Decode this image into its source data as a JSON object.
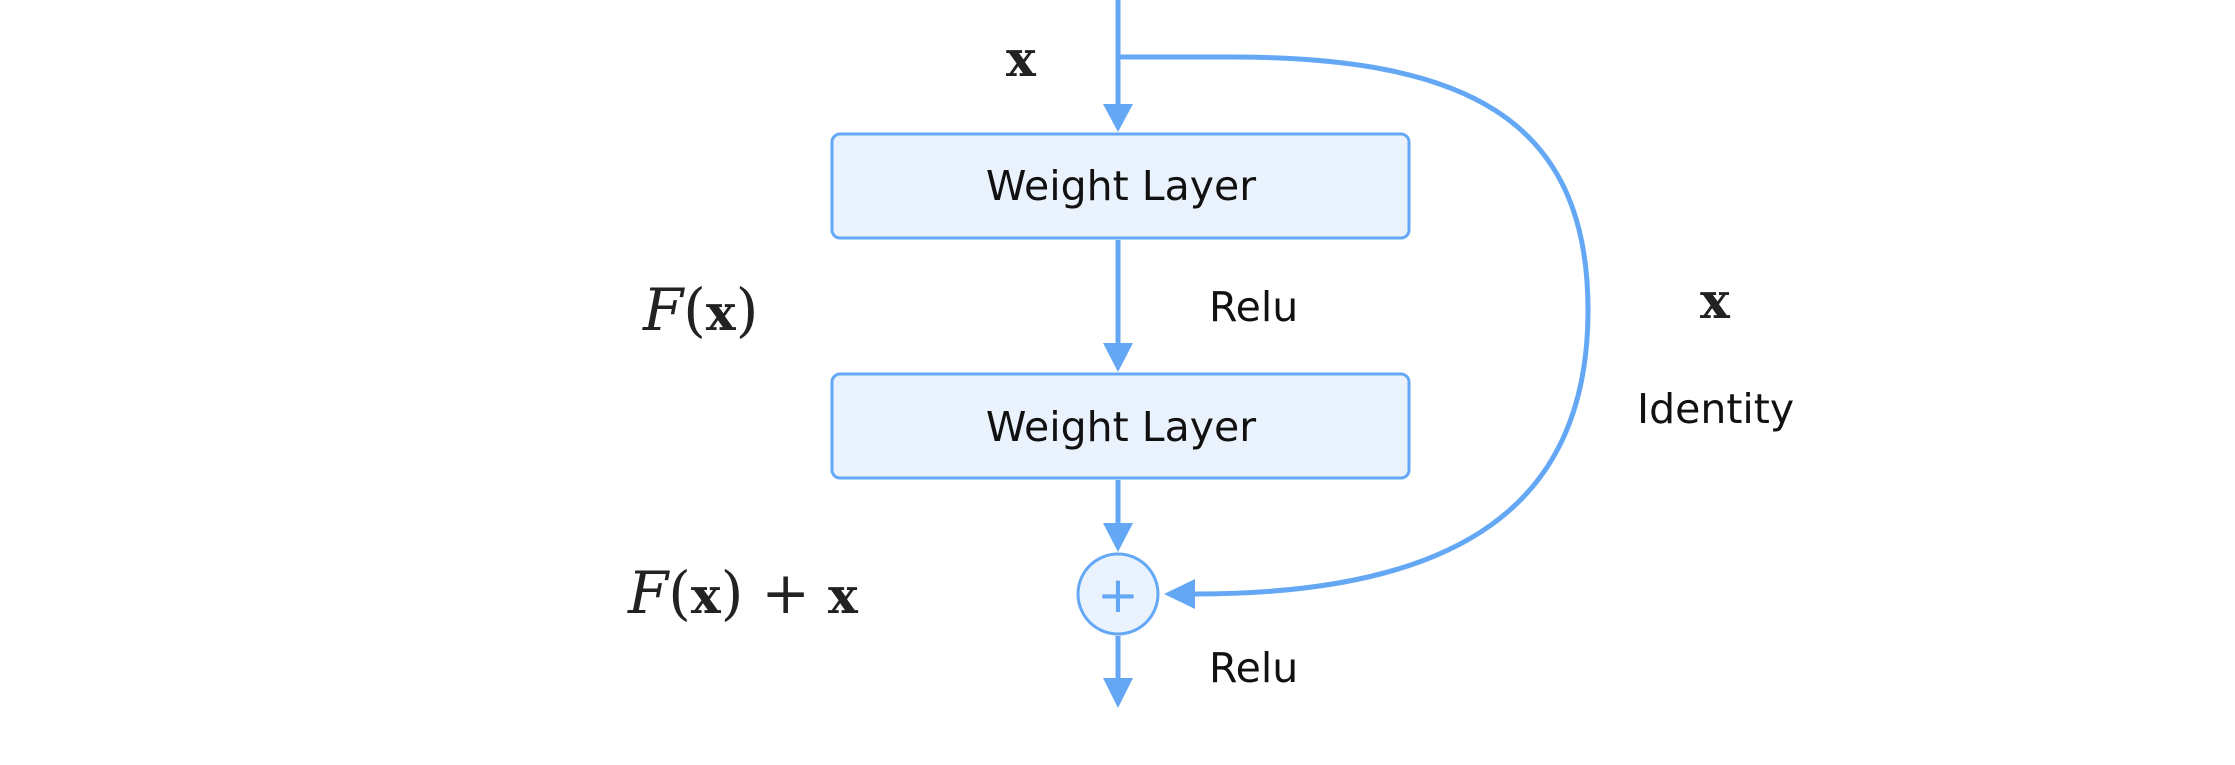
{
  "colors": {
    "line": "#64a8f5",
    "box_fill": "#eaf3fd",
    "box_stroke": "#64a8f5",
    "text": "#111111"
  },
  "layers": [
    {
      "label": "Weight Layer"
    },
    {
      "label": "Weight Layer"
    }
  ],
  "labels": {
    "input_x": "x",
    "relu_1": "Relu",
    "relu_2": "Relu",
    "identity_x": "x",
    "identity": "Identity",
    "f_of_x": {
      "f": "F",
      "open": "(",
      "x": "x",
      "close": ")"
    },
    "f_of_x_plus_x": {
      "f": "F",
      "open": "(",
      "x": "x",
      "close": ")",
      "plus": "+",
      "x2": "x"
    }
  },
  "adder": {
    "symbol": "+"
  },
  "icons": {
    "adder": "plus-circle-icon",
    "arrowheads": "arrow-down-icon"
  }
}
